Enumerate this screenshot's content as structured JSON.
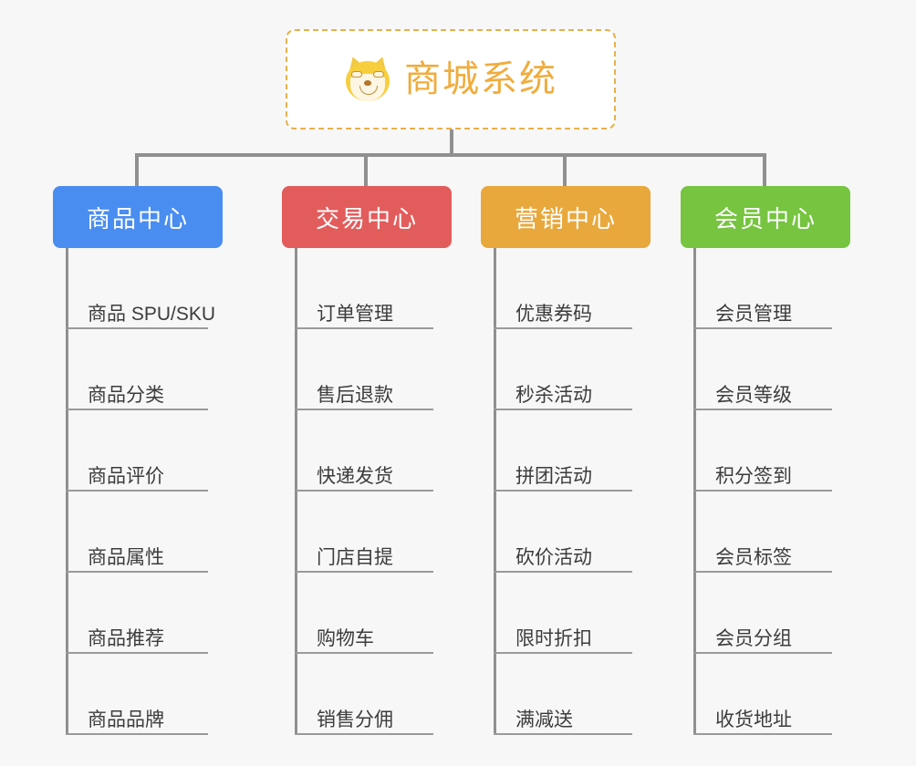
{
  "page": {
    "background_color": "#f7f7f7",
    "diagram_type": "mind-map"
  },
  "root": {
    "title": "商城系统",
    "icon": "shiba-dog-emoji",
    "text_color": "#f0ac3c",
    "border_color": "#e8b04b",
    "background_color": "#ffffff"
  },
  "connector": {
    "color": "#909090"
  },
  "categories": [
    {
      "label": "商品中心",
      "color": "#4a8df0",
      "items": [
        {
          "label": "商品 SPU/SKU"
        },
        {
          "label": "商品分类"
        },
        {
          "label": "商品评价"
        },
        {
          "label": "商品属性"
        },
        {
          "label": "商品推荐"
        },
        {
          "label": "商品品牌"
        }
      ]
    },
    {
      "label": "交易中心",
      "color": "#e35c5c",
      "items": [
        {
          "label": "订单管理"
        },
        {
          "label": "售后退款"
        },
        {
          "label": "快递发货"
        },
        {
          "label": "门店自提"
        },
        {
          "label": "购物车"
        },
        {
          "label": "销售分佣"
        }
      ]
    },
    {
      "label": "营销中心",
      "color": "#e8a83c",
      "items": [
        {
          "label": "优惠券码"
        },
        {
          "label": "秒杀活动"
        },
        {
          "label": "拼团活动"
        },
        {
          "label": "砍价活动"
        },
        {
          "label": "限时折扣"
        },
        {
          "label": "满减送"
        }
      ]
    },
    {
      "label": "会员中心",
      "color": "#76c440",
      "items": [
        {
          "label": "会员管理"
        },
        {
          "label": "会员等级"
        },
        {
          "label": "积分签到"
        },
        {
          "label": "会员标签"
        },
        {
          "label": "会员分组"
        },
        {
          "label": "收货地址"
        }
      ]
    }
  ]
}
